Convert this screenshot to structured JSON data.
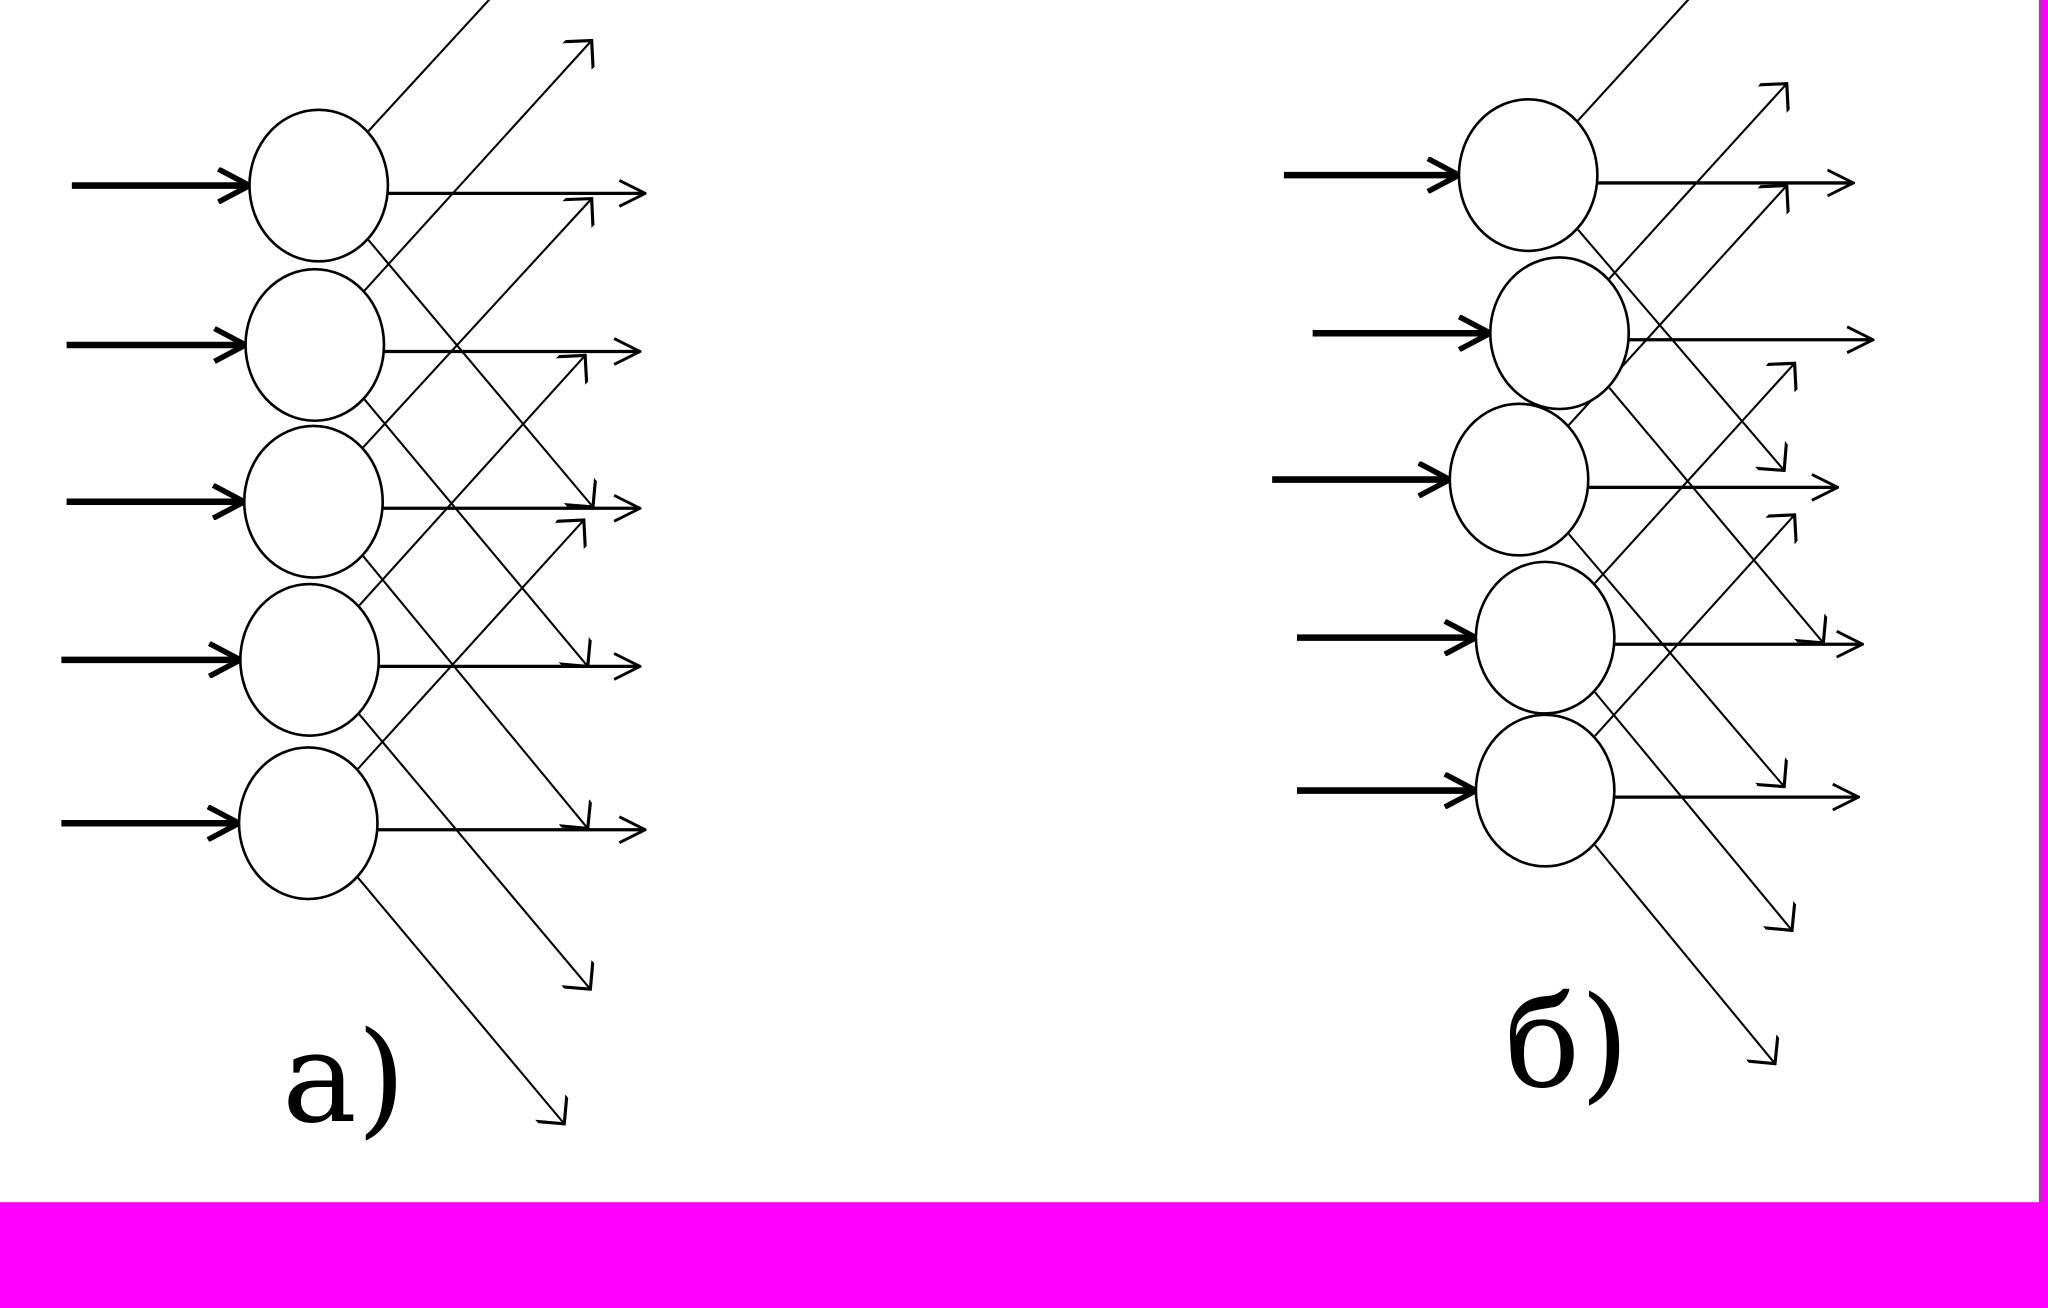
{
  "colors": {
    "background": "#ffffff",
    "frame": "#ff00ff",
    "ink": "#000000"
  },
  "diagram_a": {
    "label": "а)",
    "node_count": 5
  },
  "diagram_b": {
    "label": "б)",
    "node_count": 5
  }
}
